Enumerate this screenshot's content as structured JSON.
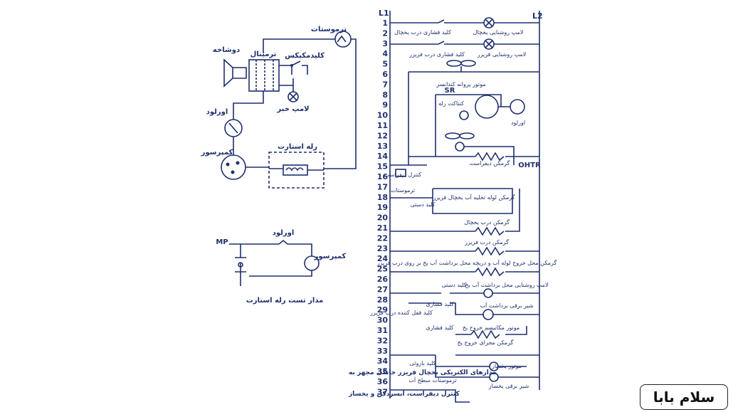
{
  "colors": {
    "ink": "#1f2f6e",
    "background": "#ffffff",
    "logo": "#111111"
  },
  "ladder": {
    "l1_label": "L1",
    "l2_label": "L2",
    "rungs": [
      "1",
      "2",
      "3",
      "4",
      "5",
      "6",
      "7",
      "8",
      "9",
      "10",
      "11",
      "12",
      "13",
      "14",
      "15",
      "16",
      "17",
      "18",
      "19",
      "20",
      "21",
      "22",
      "23",
      "24",
      "25",
      "26",
      "27",
      "28",
      "29",
      "30",
      "31",
      "32",
      "33",
      "34",
      "35",
      "36",
      "37"
    ],
    "labels": {
      "r2_switch": "کلید فشاری درب یخچال",
      "r2_load": "لامپ روشنایی یخچال",
      "r4_switch": "کلید فشاری درب فریزر",
      "r4_load": "لامپ روشنایی فریزر",
      "r7_fan": "موتور پروانه کندانسر",
      "r8_sr": "SR",
      "r9_relay": "کنتاکت رله",
      "r10_overload": "اورلود",
      "r14_heater": "گرمکن دیفراست",
      "r14_ohtr": "OHTR",
      "r15_control": "کنترل دیفراست",
      "r17_thermostat": "ترموستات",
      "r18_heater": "گرمکن لوله تخلیه آب یخچال فریزر",
      "r19_switch": "کلید دستی",
      "r20_heater": "گرمکن درب یخچال",
      "r22_heater": "گرمکن درب فریزر",
      "r24_heater": "گرمکن محل خروج لوله آب و دریچه محل برداشت آب یخ بر روی درب فریزر",
      "r26_load": "لامپ روشنایی محل برداشت آب یخ",
      "r26_switch": "کلید دستی",
      "r28_switch": "کلید فشاری",
      "r28_load": "شیر برقی برداشت آب",
      "r29_switch": "کلید قفل کننده درب فریزر",
      "r30_switch": "کلید فشاری",
      "r30_load": "موتور مکانیسم خروج یخ",
      "r32_heater": "گرمکن مجرای خروج یخ",
      "r34_switch": "کلید بازوئی",
      "r34_load": "موتور یخساز",
      "r35_thermostat": "ترموستات سطح آب",
      "r36_load": "شیر برقی یخساز"
    }
  },
  "wiring": {
    "thermostat": "ترموستات",
    "plug": "دوشاخه",
    "terminal": "ترمینال",
    "clixon": "کلیدمکیکس",
    "lamp": "لامپ خبر",
    "overload": "اورلود",
    "compressor": "کمپرسور",
    "start_relay": "رله استارت"
  },
  "test_circuit": {
    "mp": "MP",
    "overload": "اورلود",
    "compressor": "کمپرسور",
    "title": "مدار تست رله استارت"
  },
  "caption": {
    "line1": "مدارهای الکتریکی یخچال فریزر خانگی مجهز به",
    "line2": "کنترل دیفراست، آبسردکن و یخساز"
  },
  "logo": "سلام بابا"
}
